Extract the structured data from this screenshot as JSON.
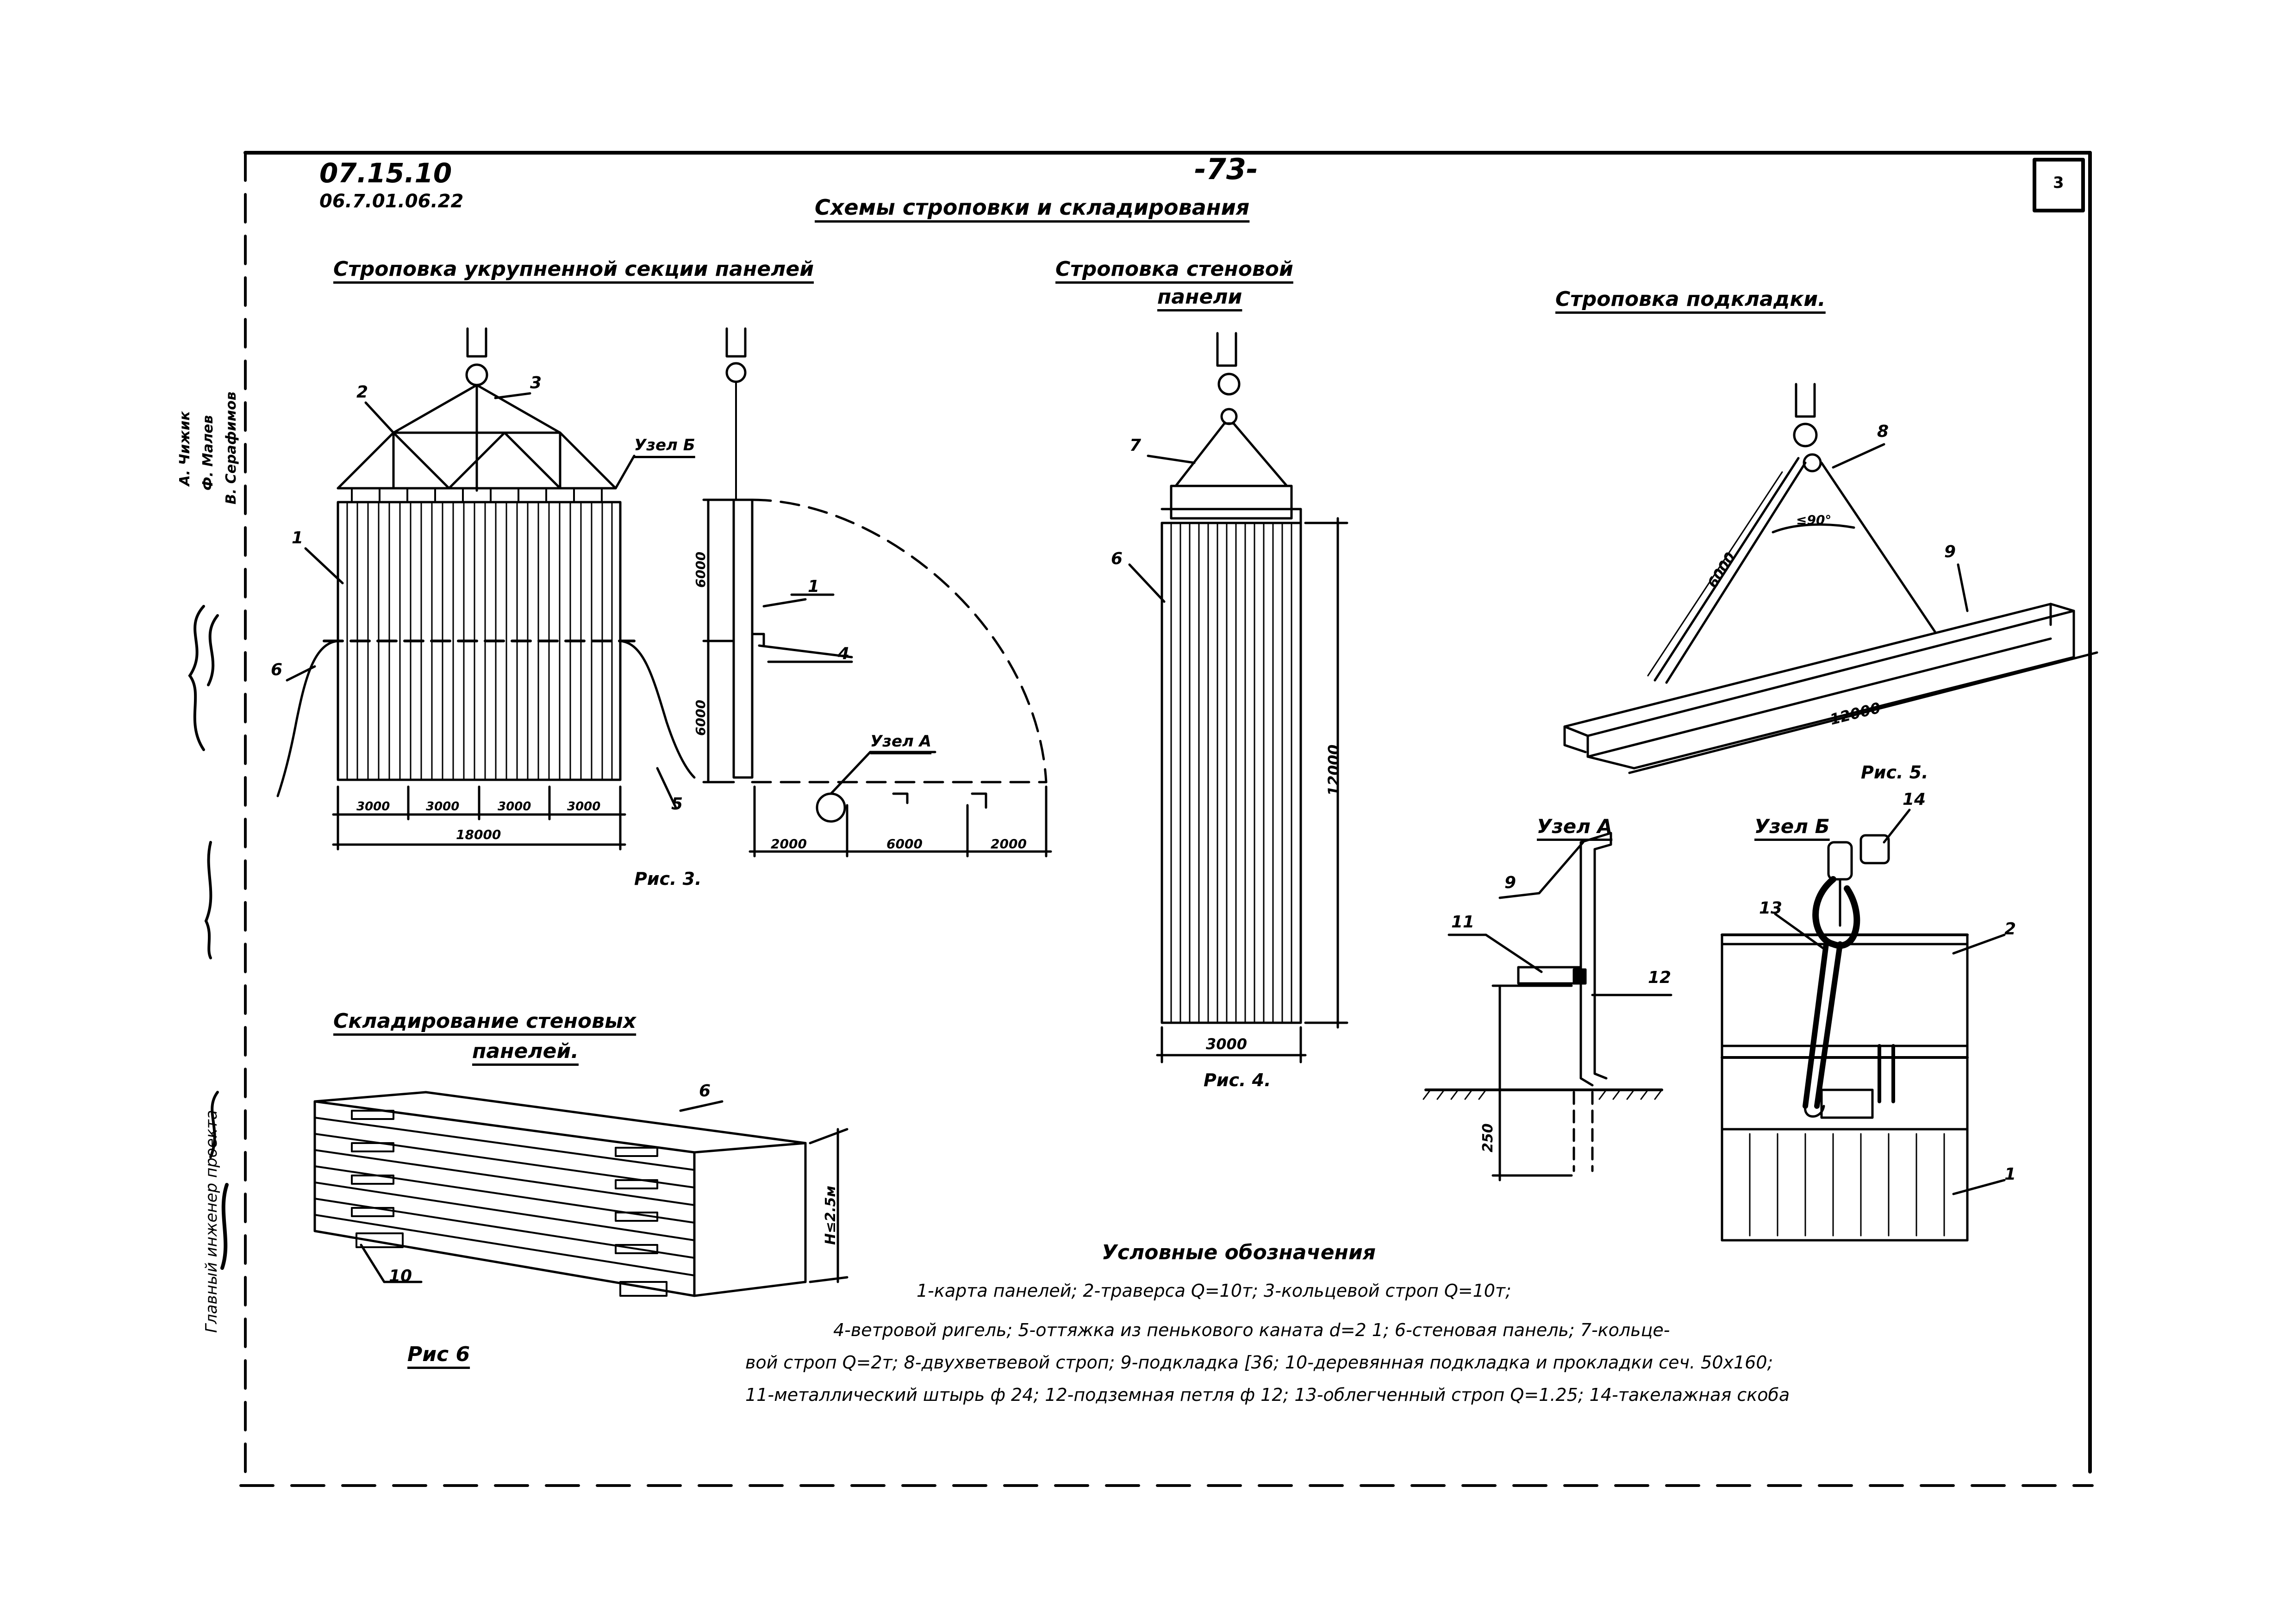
{
  "header": {
    "code1": "07.15.10",
    "code2": "06.7.01.06.22",
    "page_number": "-73-",
    "sheet_number": "3",
    "main_title": "Схемы строповки и складирования"
  },
  "fig3": {
    "heading": "Строповка укрупненной секции панелей",
    "caption": "Рис. 3.",
    "callouts": [
      "1",
      "2",
      "3",
      "4",
      "5",
      "6"
    ],
    "node_b_label": "Узел Б",
    "node_a_label": "Узел А",
    "dims_bottom": [
      "3000",
      "3000",
      "3000",
      "3000"
    ],
    "dim_total": "18000",
    "dims_vertical": [
      "6000",
      "6000"
    ],
    "dims_side": [
      "2000",
      "6000",
      "2000"
    ]
  },
  "fig4": {
    "heading_line1": "Строповка стеновой",
    "heading_line2": "панели",
    "caption": "Рис. 4.",
    "callouts": [
      "6",
      "7"
    ],
    "dim_height": "12000",
    "dim_width": "3000"
  },
  "fig5": {
    "heading": "Строповка подкладки.",
    "caption": "Рис. 5.",
    "callouts": [
      "8",
      "9"
    ],
    "dim_sling": "6000",
    "dim_length": "12000",
    "angle": "≤90°"
  },
  "node_a": {
    "heading": "Узел А",
    "callouts": [
      "9",
      "11",
      "12"
    ],
    "dim": "250"
  },
  "node_b": {
    "heading": "Узел Б",
    "callouts": [
      "14",
      "13",
      "2",
      "1"
    ]
  },
  "fig6": {
    "heading_line1": "Складирование стеновых",
    "heading_line2": "панелей.",
    "caption": "Рис 6",
    "callouts": [
      "6",
      "10"
    ],
    "dim_height": "H≤2.5м"
  },
  "legend": {
    "title": "Условные обозначения",
    "line1": "1-карта панелей; 2-траверса Q=10т; 3-кольцевой строп Q=10т;",
    "line2": "4-ветровой ригель; 5-оттяжка из пенькового каната d=2 1; 6-стеновая панель; 7-кольце-",
    "line3": "вой строп Q=2т; 8-двухветвевой строп; 9-подкладка [36; 10-деревянная подкладка и прокладки сеч. 50х160;",
    "line4": "11-металлический штырь ф 24; 12-подземная петля ф 12; 13-облегченный строп Q=1.25; 14-такелажная скоба"
  },
  "margin_stamp": {
    "role_label": "Главный инженер проекта",
    "signers": [
      "А. Чижик",
      "Ф. Малев",
      "В. Серафимов"
    ]
  },
  "colors": {
    "ink": "#000000",
    "paper": "#ffffff"
  }
}
